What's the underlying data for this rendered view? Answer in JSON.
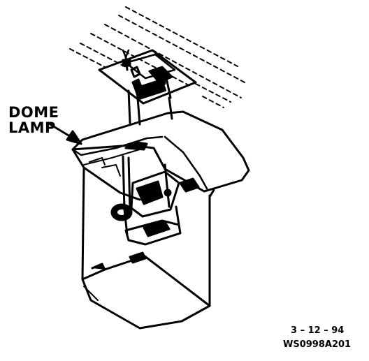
{
  "callout": {
    "line1": "DOME",
    "line2": "LAMP"
  },
  "footer": {
    "date": "3 – 12 – 94",
    "figure_code": "WS0998A201"
  },
  "colors": {
    "ink": "#000000",
    "paper": "#ffffff"
  }
}
